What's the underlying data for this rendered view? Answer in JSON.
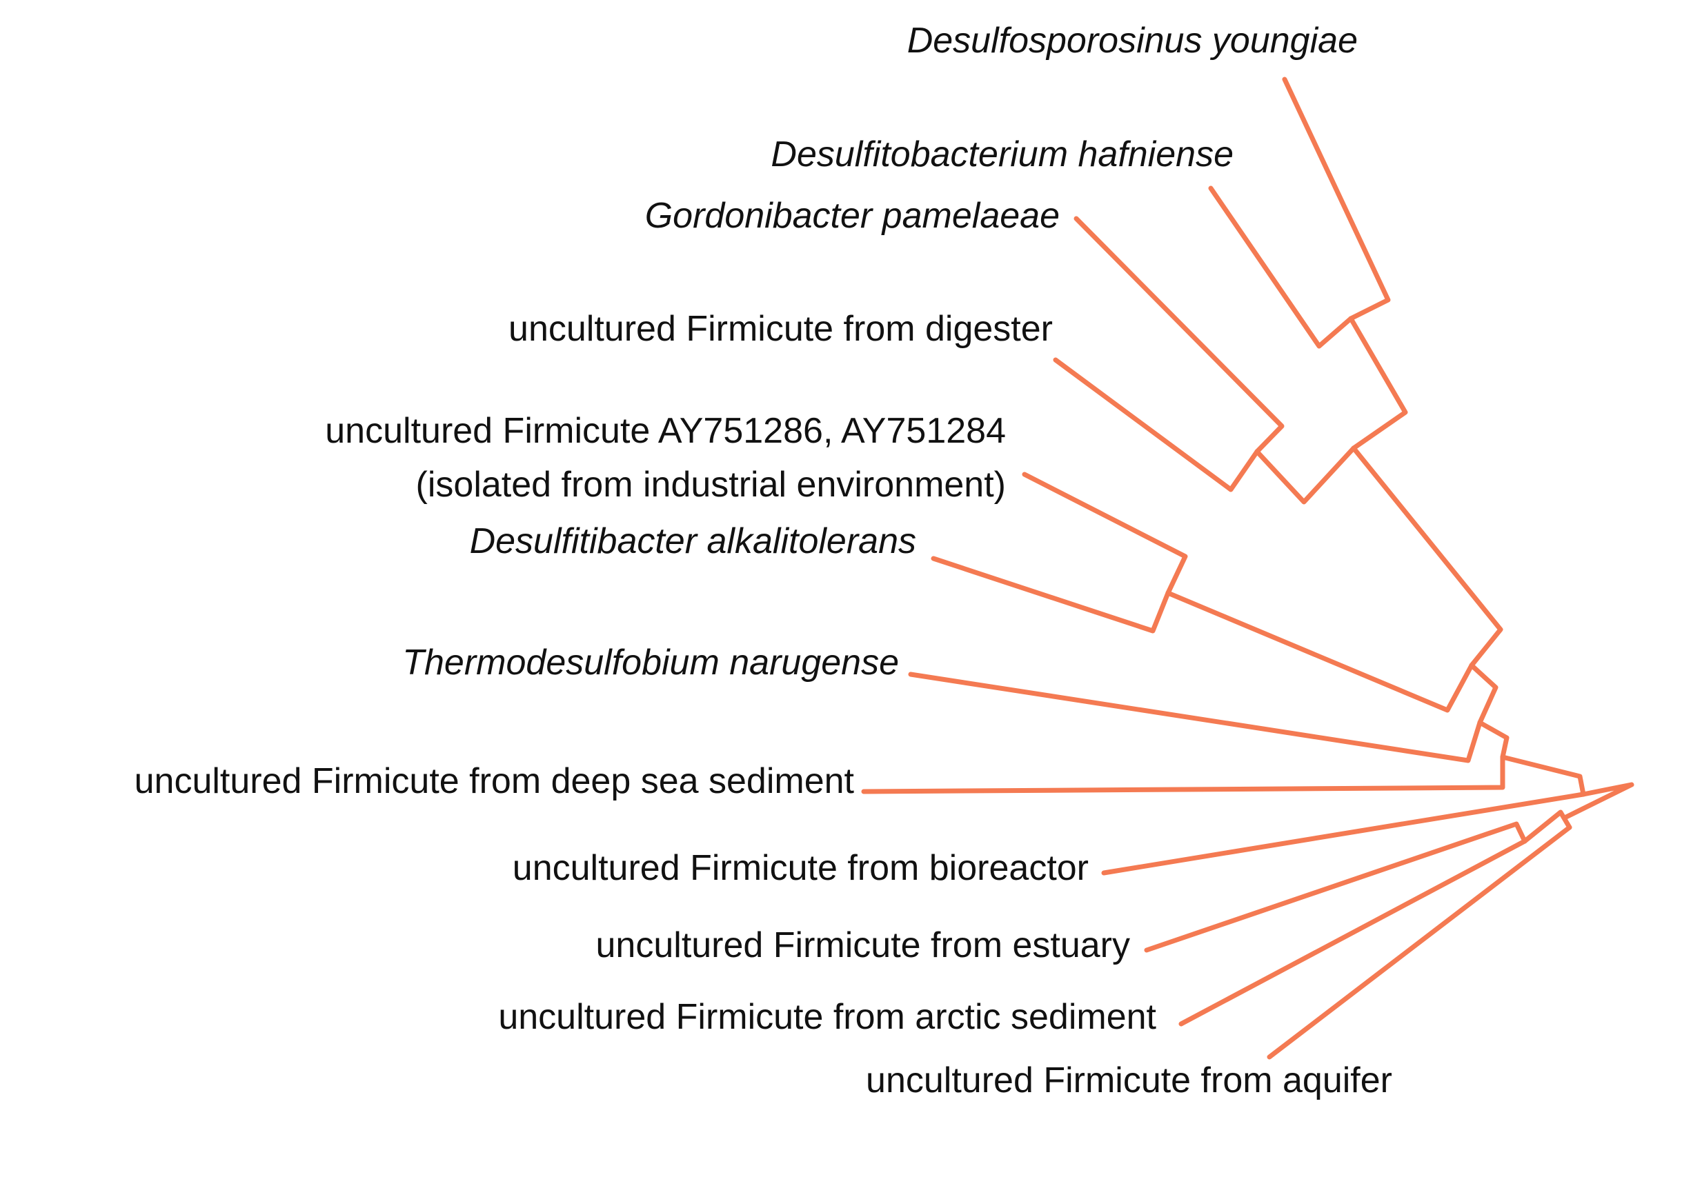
{
  "tree": {
    "branch_color": "#F47A52",
    "leaves": {
      "desulfosporosinus": "Desulfosporosinus youngiae",
      "desulfitobacterium": "Desulfitobacterium hafniense",
      "gordonibacter": "Gordonibacter pamelaeae",
      "digester": "uncultured Firmicute from digester",
      "industrial_line1": "uncultured Firmicute AY751286, AY751284",
      "industrial_line2": "(isolated from industrial environment)",
      "desulfitibacter": "Desulfitibacter alkalitolerans",
      "thermodesulfobium": "Thermodesulfobium narugense",
      "deep_sea": "uncultured Firmicute from deep sea sediment",
      "bioreactor": "uncultured Firmicute from bioreactor",
      "estuary": "uncultured Firmicute from estuary",
      "arctic": "uncultured Firmicute from arctic sediment",
      "aquifer": "uncultured Firmicute from aquifer"
    }
  }
}
